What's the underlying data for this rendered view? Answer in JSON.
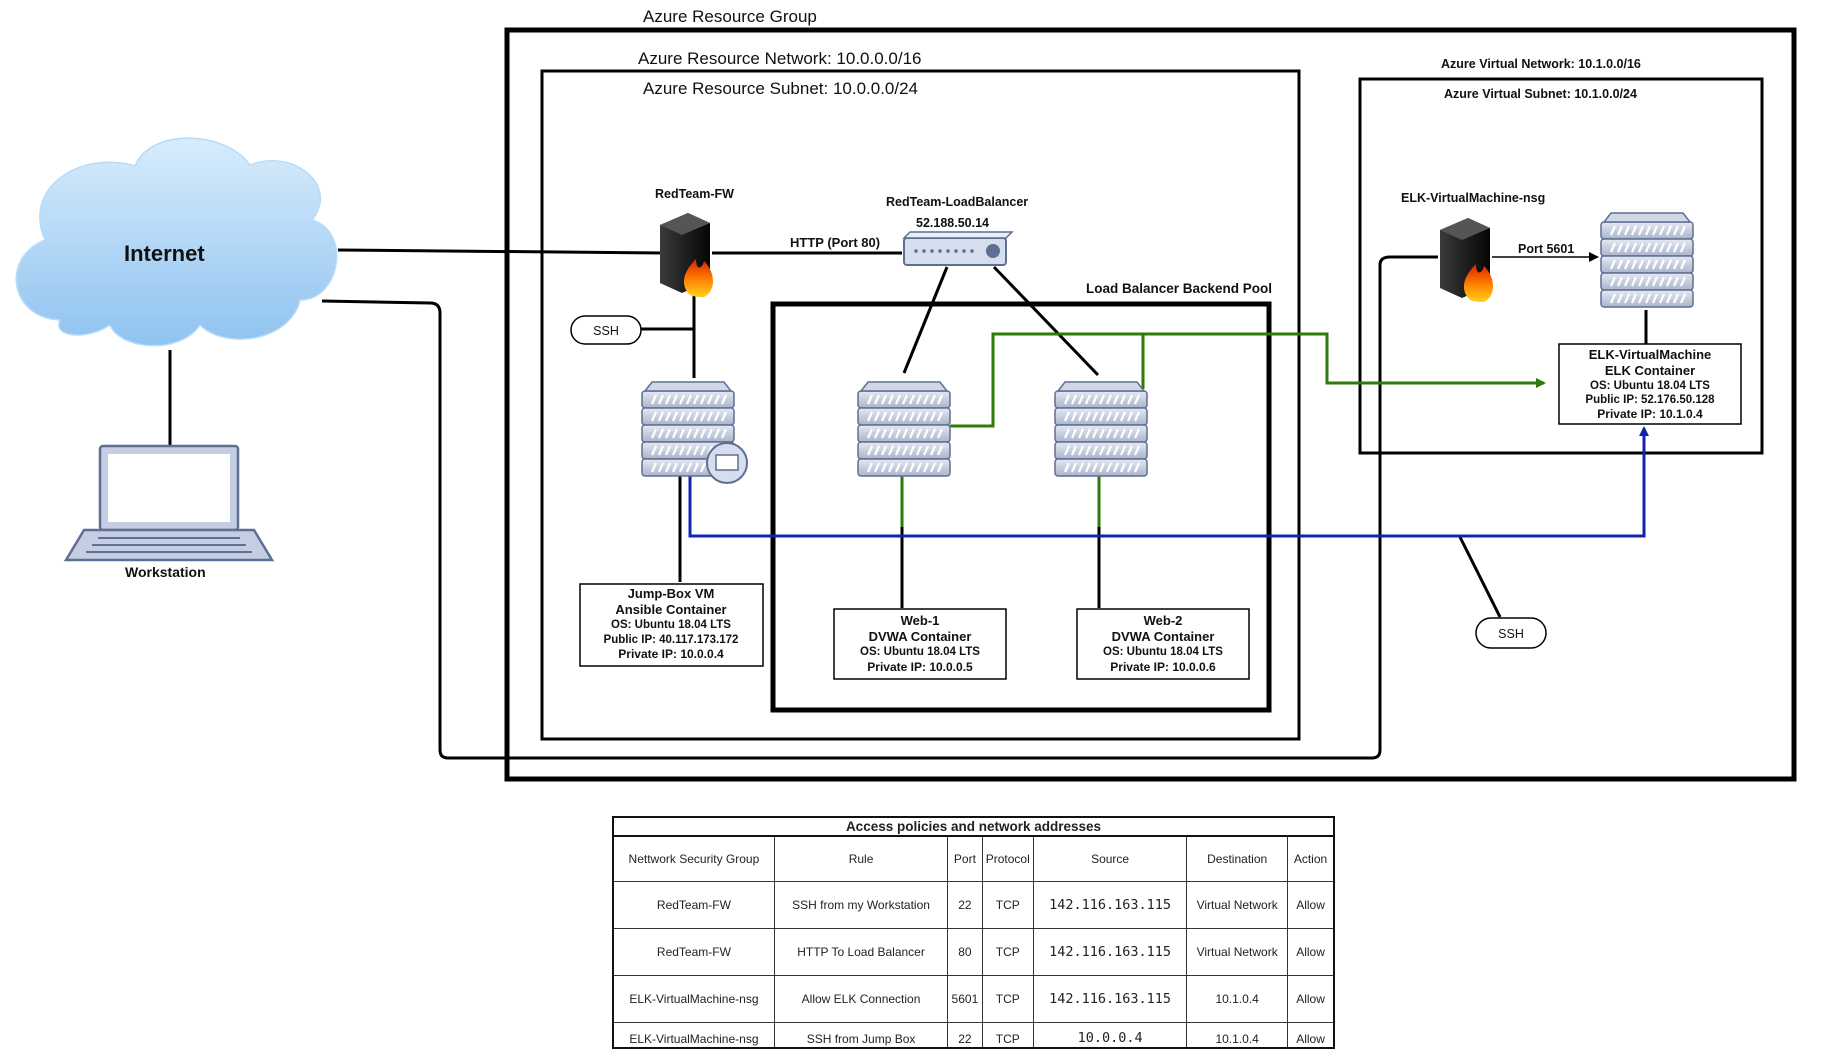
{
  "groups": {
    "resource_group": "Azure Resource Group",
    "resource_network": "Azure Resource Network: 10.0.0.0/16",
    "resource_subnet": "Azure Resource Subnet: 10.0.0.0/24",
    "virtual_network": "Azure Virtual Network: 10.1.0.0/16",
    "virtual_subnet": "Azure Virtual Subnet: 10.1.0.0/24",
    "backend_pool": "Load Balancer Backend Pool"
  },
  "nodes": {
    "internet": "Internet",
    "workstation": "Workstation",
    "firewall": "RedTeam-FW",
    "load_balancer_name": "RedTeam-LoadBalancer",
    "load_balancer_ip": "52.188.50.14",
    "elk_nsg": "ELK-VirtualMachine-nsg"
  },
  "edges": {
    "http": "HTTP (Port 80)",
    "port5601": "Port  5601",
    "ssh_left": "SSH",
    "ssh_right": "SSH"
  },
  "boxes": {
    "jumpbox": [
      "Jump-Box VM",
      "Ansible Container",
      "OS: Ubuntu 18.04 LTS",
      "Public IP: 40.117.173.172",
      "Private IP: 10.0.0.4"
    ],
    "web1": [
      "Web-1",
      "DVWA Container",
      "OS: Ubuntu 18.04 LTS",
      "Private IP: 10.0.0.5"
    ],
    "web2": [
      "Web-2",
      "DVWA Container",
      "OS: Ubuntu 18.04 LTS",
      "Private IP: 10.0.0.6"
    ],
    "elk": [
      "ELK-VirtualMachine",
      "ELK Container",
      "OS: Ubuntu 18.04 LTS",
      "Public IP: 52.176.50.128",
      "Private IP: 10.1.0.4"
    ]
  },
  "policy_table": {
    "title": "Access policies and network addresses",
    "headers": [
      "Nettwork Security Group",
      "Rule",
      "Port",
      "Protocol",
      "Source",
      "Destination",
      "Action"
    ],
    "rows": [
      [
        "RedTeam-FW",
        "SSH from my Workstation",
        "22",
        "TCP",
        "142.116.163.115",
        "Virtual Network",
        "Allow"
      ],
      [
        "RedTeam-FW",
        "HTTP To Load Balancer",
        "80",
        "TCP",
        "142.116.163.115",
        "Virtual Network",
        "Allow"
      ],
      [
        "ELK-VirtualMachine-nsg",
        "Allow ELK Connection",
        "5601",
        "TCP",
        "142.116.163.115",
        "10.1.0.4",
        "Allow"
      ],
      [
        "ELK-VirtualMachine-nsg",
        "SSH from Jump Box",
        "22",
        "TCP",
        "10.0.0.4",
        "10.1.0.4",
        "Allow"
      ]
    ]
  },
  "colors": {
    "green_link": "#2e7a0a",
    "blue_link": "#1224b0",
    "server_fill": "#c8d0e0",
    "cloud_fill": "#a9d2f5"
  },
  "icons": [
    "cloud-icon",
    "laptop-icon",
    "firewall-icon",
    "load-balancer-icon",
    "server-icon"
  ]
}
